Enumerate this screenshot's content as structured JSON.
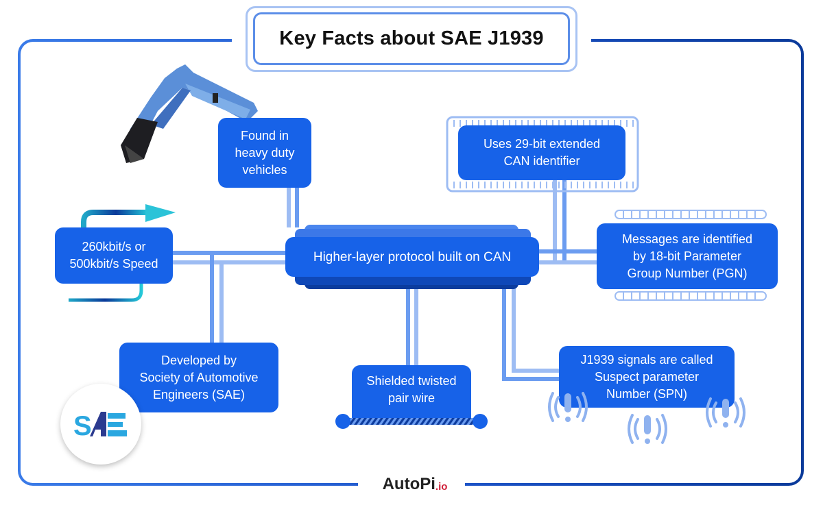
{
  "title": "Key Facts about SAE J1939",
  "center": {
    "label": "Higher-layer protocol built on CAN"
  },
  "facts": [
    {
      "id": "heavy-duty",
      "label": "Found in heavy duty vehicles",
      "lines": [
        "Found in",
        "heavy duty",
        "vehicles"
      ]
    },
    {
      "id": "29-bit",
      "lines": [
        "Uses 29-bit extended",
        "CAN identifier"
      ]
    },
    {
      "id": "speed",
      "lines": [
        "260kbit/s or",
        "500kbit/s Speed"
      ]
    },
    {
      "id": "pgn",
      "lines": [
        "Messages are identified",
        "by 18-bit Parameter",
        "Group Number (PGN)"
      ]
    },
    {
      "id": "sae",
      "lines": [
        "Developed by",
        "Society of Automotive",
        "Engineers (SAE)"
      ]
    },
    {
      "id": "wire",
      "lines": [
        "Shielded twisted",
        "pair wire"
      ]
    },
    {
      "id": "spn",
      "lines": [
        "J1939 signals are called",
        "Suspect parameter",
        "Number (SPN)"
      ]
    }
  ],
  "logo": {
    "text": "SAE"
  },
  "brand": {
    "name": "AutoPi",
    "suffix": ".io"
  },
  "icons": [
    "excavator-icon",
    "arrow-icon",
    "alert-signal-icon",
    "sae-logo-icon",
    "twisted-wire-icon"
  ],
  "colors": {
    "accent": "#1762e8",
    "connector": "#6b9cf0",
    "frame_start": "#3a7be8",
    "frame_end": "#0a3a9a",
    "brand_red": "#d0213a"
  }
}
